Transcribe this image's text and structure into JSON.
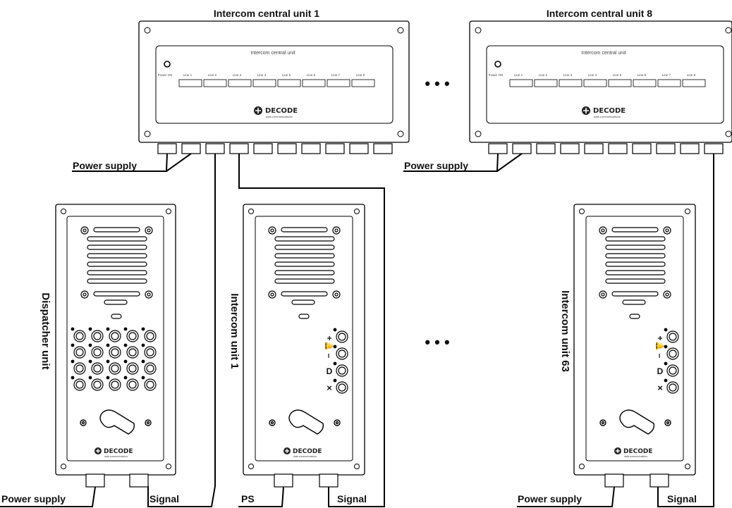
{
  "title_unit1": "Intercom central unit 1",
  "title_unit8": "Intercom central unit  8",
  "central_panel": {
    "title": "Intercom central unit",
    "power_label": "Power ON",
    "line_labels": [
      "Line 1",
      "Line 2",
      "Line 3",
      "Line 4",
      "Line 5",
      "Line 6",
      "Line 7",
      "Line 8"
    ]
  },
  "brand": {
    "name": "DECODE",
    "tagline": "data communications"
  },
  "ellipsis": "• • •",
  "labels": {
    "power_supply": "Power supply",
    "signal": "Signal",
    "ps": "PS"
  },
  "units": {
    "dispatcher": "Dispatcher unit",
    "intercom_1": "Intercom unit 1",
    "intercom_63": "Intercom unit 63"
  },
  "keypad_symbols": {
    "plus": "+",
    "minus": "–",
    "bell": "🔔",
    "d": "D",
    "x": "×"
  }
}
